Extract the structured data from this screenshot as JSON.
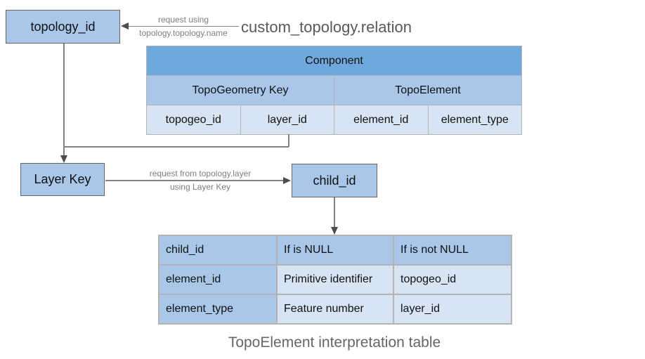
{
  "diagram": {
    "title": "custom_topology.relation",
    "caption": "TopoElement interpretation table",
    "nodes": {
      "topology_id": "topology_id",
      "layer_key": "Layer Key",
      "child_id": "child_id"
    },
    "edge_labels": {
      "request_using": [
        "request using",
        "topology.topology.name"
      ],
      "request_from": [
        "request from topology.layer",
        "using Layer Key"
      ]
    },
    "component_table": {
      "header": "Component",
      "groups": [
        "TopoGeometry Key",
        "TopoElement"
      ],
      "columns": [
        "topogeo_id",
        "layer_id",
        "element_id",
        "element_type"
      ]
    },
    "interpretation_table": {
      "rows": [
        [
          "child_id",
          "If is NULL",
          "If is not NULL"
        ],
        [
          "element_id",
          "Primitive identifier",
          "topogeo_id"
        ],
        [
          "element_type",
          "Feature number",
          "layer_id"
        ]
      ]
    },
    "colors": {
      "header_blue": "#6fa8dc",
      "mid_blue": "#a9c7e9",
      "light_blue": "#d6e4f3",
      "node_fill": "#a9c7e9",
      "node_border": "#666666",
      "table_border": "#b3b3b3",
      "connector": "#828282",
      "arrowhead": "#4d4d4d",
      "label_text": "#7f7f7f",
      "title_text": "#595959",
      "caption_text": "#666666",
      "cell_text": "#111111"
    }
  }
}
